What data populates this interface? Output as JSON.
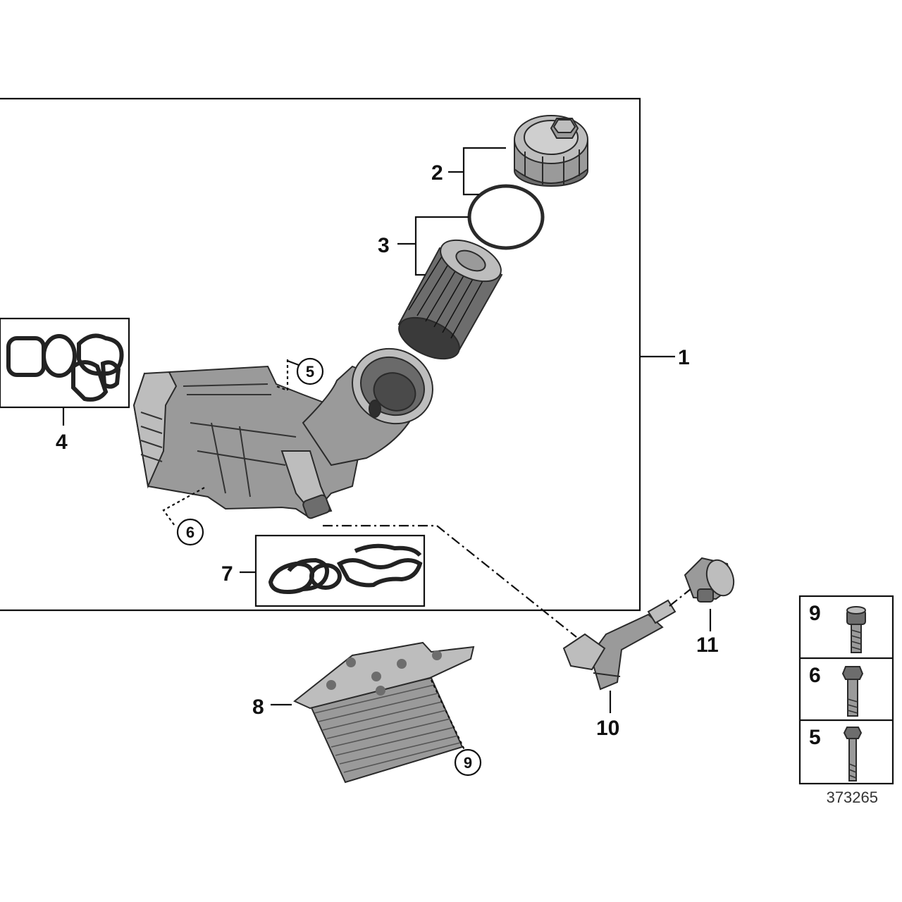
{
  "diagram": {
    "labels": {
      "l1": "1",
      "l2": "2",
      "l3": "3",
      "l4": "4",
      "l5": "5",
      "l6": "6",
      "l7": "7",
      "l8": "8",
      "l9": "9",
      "l10": "10",
      "l11": "11"
    },
    "legend": {
      "rows": [
        {
          "number": "9"
        },
        {
          "number": "6"
        },
        {
          "number": "5"
        }
      ]
    },
    "reference_number": "373265"
  }
}
